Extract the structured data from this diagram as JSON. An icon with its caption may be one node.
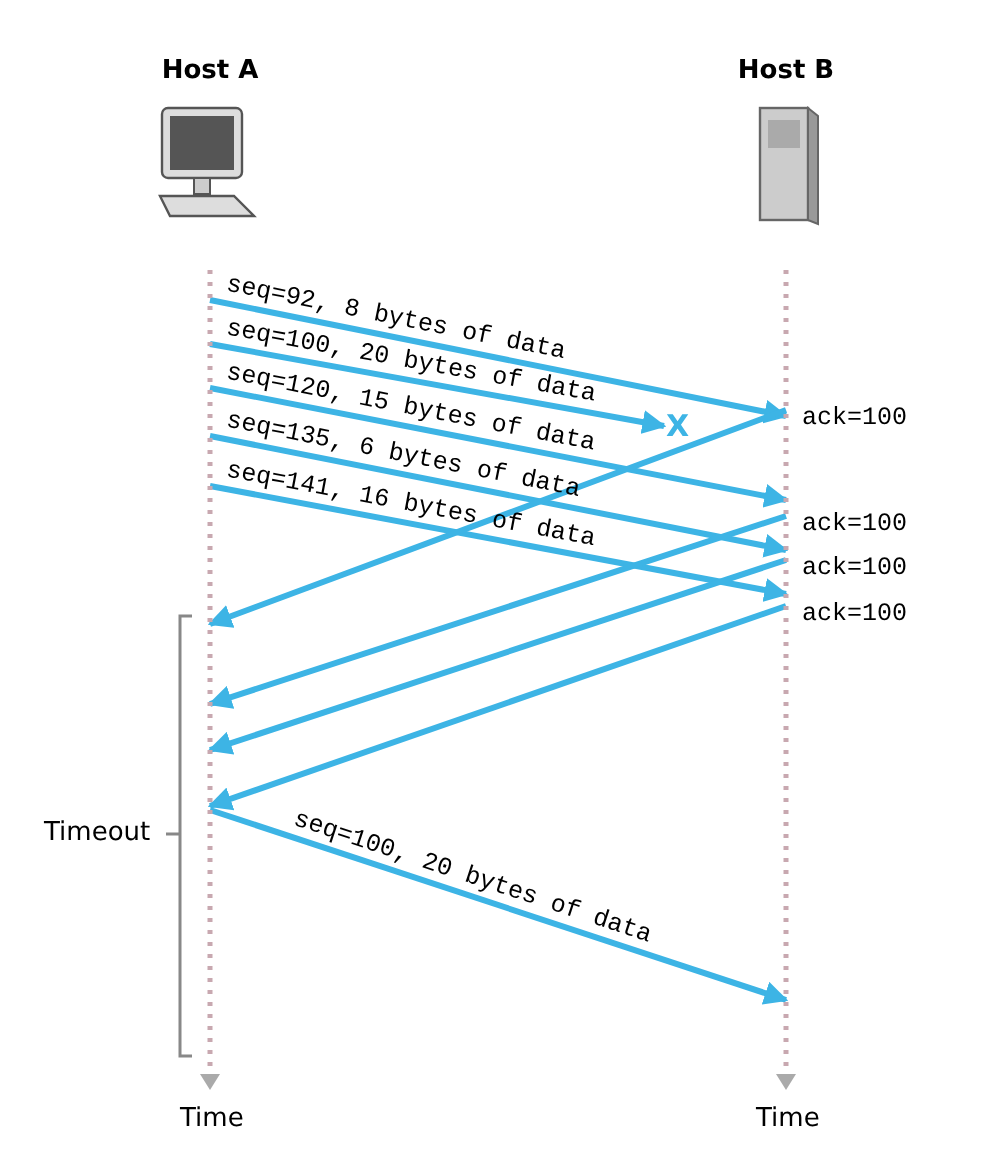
{
  "diagram": {
    "nodes": [
      {
        "text": [
          "Host A"
        ]
      },
      {
        "text": [
          "Host B"
        ]
      },
      {
        "text": [
          "X"
        ]
      }
    ],
    "edges": [
      {
        "from": 0,
        "to": 1,
        "label": "seq=92, 8 bytes of data",
        "arrow": "to"
      },
      {
        "from": 0,
        "to": 2,
        "label": "seq=100, 20 bytes of data",
        "arrow": "to"
      },
      {
        "from": 0,
        "to": 1,
        "label": "seq=120, 15 bytes of data",
        "arrow": "to"
      },
      {
        "from": 0,
        "to": 1,
        "label": "seq=135, 6 bytes of data",
        "arrow": "to"
      },
      {
        "from": 0,
        "to": 1,
        "label": "seq=141, 16 bytes of data",
        "arrow": "to"
      },
      {
        "from": 1,
        "to": 0,
        "label": "ack=100",
        "arrow": "to"
      },
      {
        "from": 1,
        "to": 0,
        "label": "ack=100",
        "arrow": "to"
      },
      {
        "from": 1,
        "to": 0,
        "label": "ack=100",
        "arrow": "to"
      },
      {
        "from": 1,
        "to": 0,
        "label": "ack=100",
        "arrow": "to"
      },
      {
        "from": 0,
        "to": 1,
        "label": "seq=100, 20 bytes of data",
        "arrow": "to"
      }
    ],
    "labels": [
      "Timeout",
      "Time",
      "Time"
    ]
  }
}
